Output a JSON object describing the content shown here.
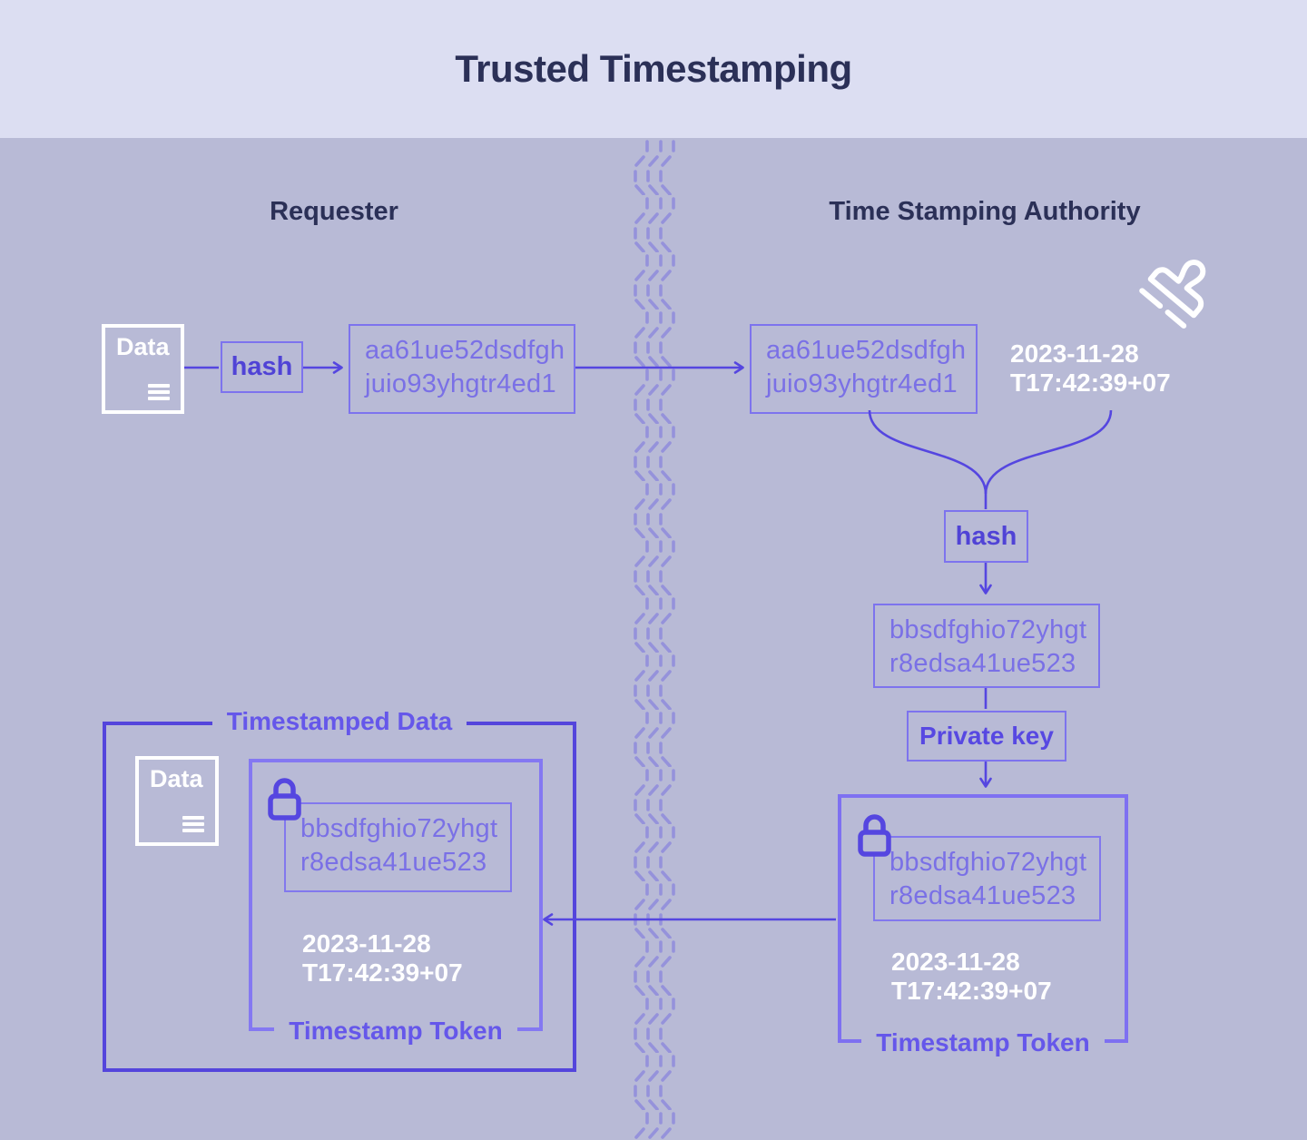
{
  "header": {
    "title": "Trusted Timestamping"
  },
  "columns": {
    "requester": "Requester",
    "authority": "Time Stamping Authority"
  },
  "boxes": {
    "data_label": "Data",
    "hash_label": "hash",
    "private_key_label": "Private key"
  },
  "hashes": {
    "request": {
      "line1": "aa61ue52dsdfgh",
      "line2": "juio93yhgtr4ed1"
    },
    "token": {
      "line1": "bbsdfghio72yhgt",
      "line2": "r8edsa41ue523"
    }
  },
  "timestamp": {
    "date": "2023-11-28",
    "time": "T17:42:39+07"
  },
  "groups": {
    "timestamped_data_label": "Timestamped Data",
    "timestamp_token_label": "Timestamp Token"
  },
  "colors": {
    "header_bg": "#dcdef2",
    "canvas_bg": "#b8bad6",
    "heading_text": "#2b3057",
    "accent_strong": "#5445dc",
    "accent_label": "#6557ea",
    "border_light": "#7d73ee",
    "border_token": "#7e70f1",
    "hash_text": "#7a70e6",
    "timestamp_text": "#ffffff",
    "divider_dash": "#918edc"
  }
}
